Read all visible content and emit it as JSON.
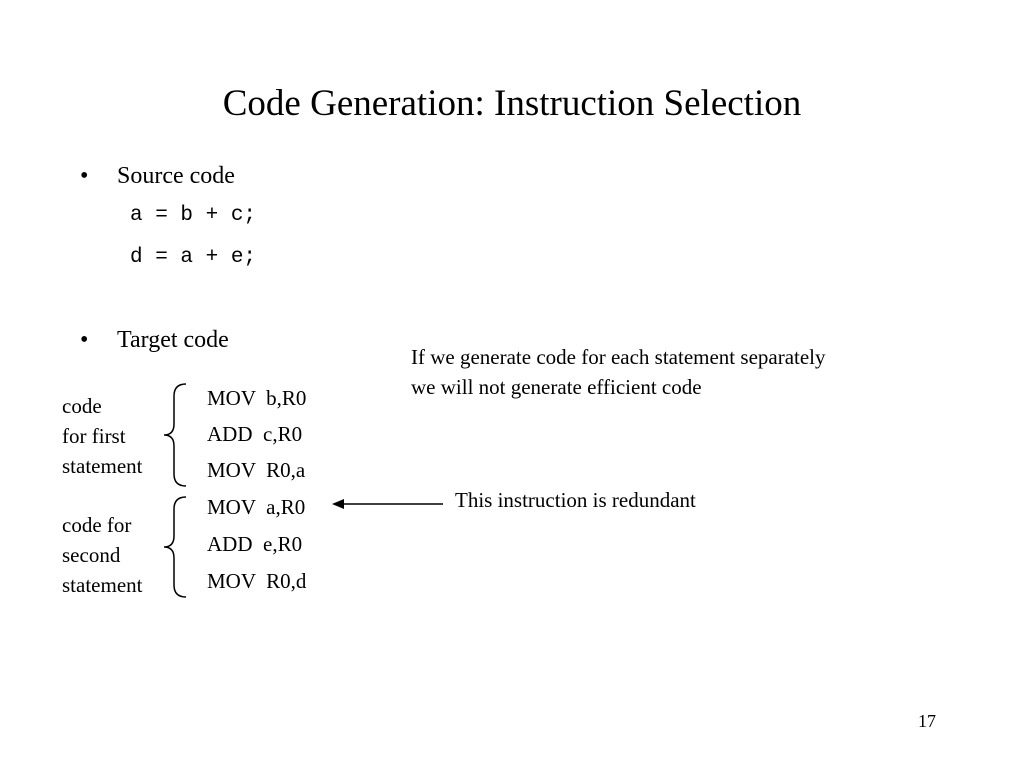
{
  "title": "Code Generation: Instruction Selection",
  "bullets": [
    {
      "marker": "•",
      "label": "Source code"
    },
    {
      "marker": "•",
      "label": "Target code"
    }
  ],
  "source_lines": [
    "a = b + c;",
    "d = a + e;"
  ],
  "note": "If we generate code for each statement separately\nwe will not generate efficient code",
  "groups": [
    {
      "label": "code\nfor first\nstatement"
    },
    {
      "label": "code for\nsecond\nstatement"
    }
  ],
  "target_code": [
    "MOV  b,R0",
    "ADD  c,R0",
    "MOV  R0,a",
    "MOV  a,R0",
    "ADD  e,R0",
    "MOV  R0,d"
  ],
  "arrow_label": "This instruction is redundant",
  "page_number": "17"
}
